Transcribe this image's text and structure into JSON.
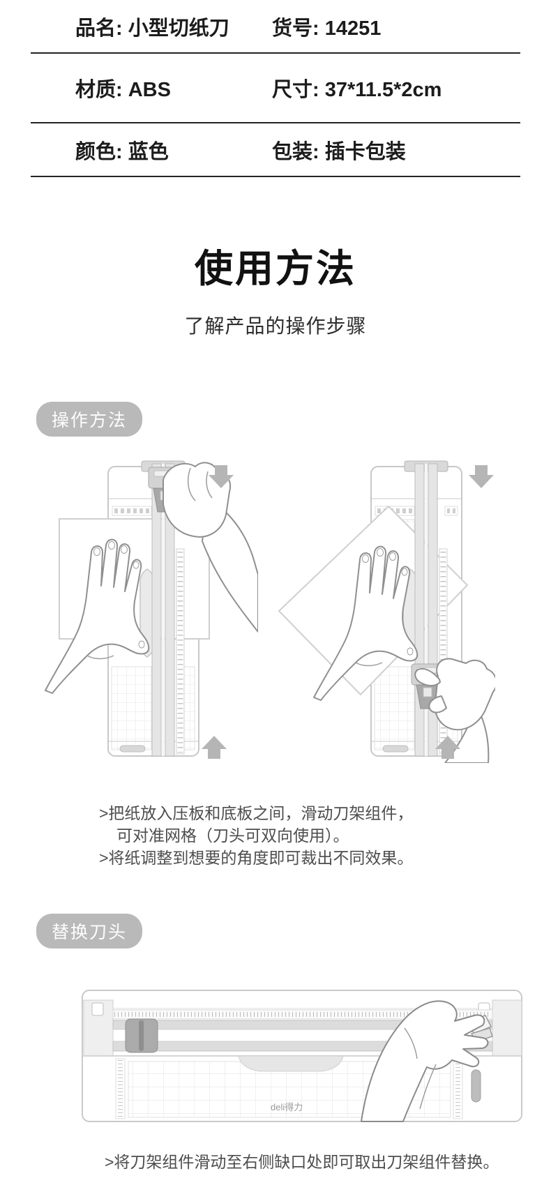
{
  "colors": {
    "badge_grey": "#b9b9b9",
    "arrow_grey": "#b5b5b5",
    "divider_black": "#232323",
    "line_art_grey": "#c8c8c8",
    "step_text_grey": "#4d4d4d"
  },
  "spec_table": {
    "rows": [
      {
        "left": "品名: 小型切纸刀",
        "right": "货号: 14251"
      },
      {
        "left": "材质: ABS",
        "right": "尺寸: 37*11.5*2cm"
      },
      {
        "left": "颜色: 蓝色",
        "right": "包装: 插卡包装"
      }
    ]
  },
  "usage_section": {
    "title": "使用方法",
    "subtitle": "了解产品的操作步骤"
  },
  "operation_section": {
    "badge": "操作方法",
    "steps": [
      ">把纸放入压板和底板之间，滑动刀架组件，",
      "可对准网格（刀头可双向使用）。",
      ">将纸调整到想要的角度即可裁出不同效果。"
    ]
  },
  "replace_section": {
    "badge": "替换刀头",
    "steps": [
      ">将刀架组件滑动至右侧缺口处即可取出刀架组件替换。"
    ]
  },
  "illustrations": {
    "brand_logo": "deli得力",
    "icons": {
      "down_arrow": "▼ solid grey arrow pointing down",
      "up_arrow": "▲ solid grey arrow pointing up"
    }
  }
}
